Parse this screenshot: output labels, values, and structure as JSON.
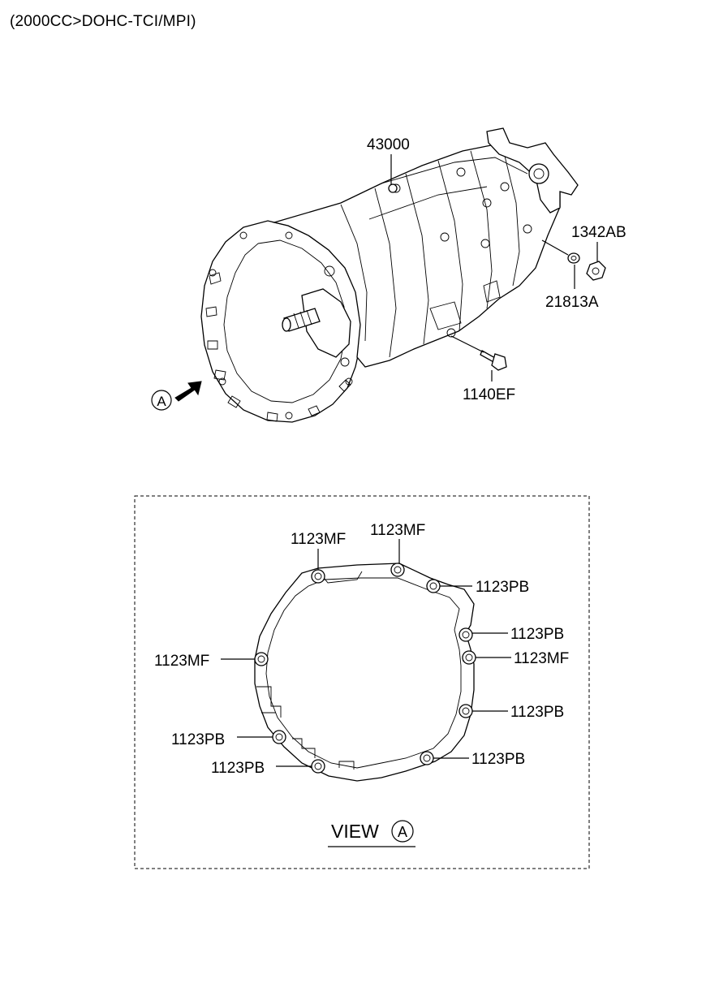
{
  "header": {
    "title": "(2000CC>DOHC-TCI/MPI)"
  },
  "transmission": {
    "main_part": "43000",
    "nut": "1342AB",
    "washer": "21813A",
    "bolt": "1140EF",
    "view_marker": "A"
  },
  "view_a": {
    "caption_text": "VIEW",
    "caption_marker": "A",
    "labels": {
      "top_left_mf": "1123MF",
      "top_center_mf": "1123MF",
      "top_right_pb": "1123PB",
      "right_upper_pb": "1123PB",
      "right_mf": "1123MF",
      "right_lower_pb": "1123PB",
      "bottom_right_pb": "1123PB",
      "left_mf": "1123MF",
      "left_lower_pb": "1123PB",
      "bottom_left_pb": "1123PB"
    }
  }
}
